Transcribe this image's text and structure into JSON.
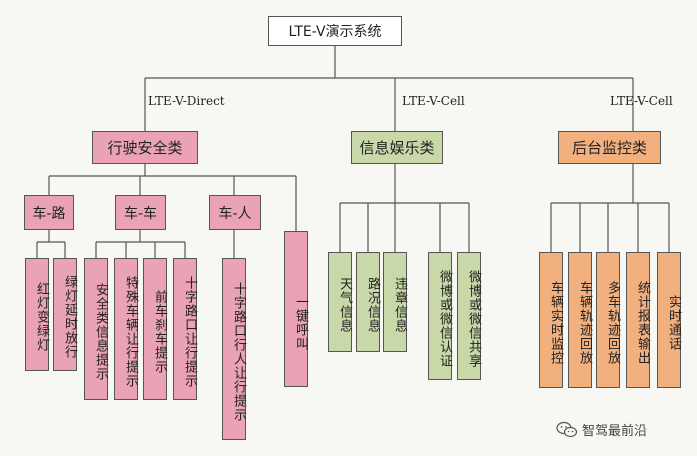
{
  "root": {
    "label": "LTE-V演示系统"
  },
  "branches": [
    {
      "link_label": "LTE-V-Direct",
      "label": "行驶安全类"
    },
    {
      "link_label": "LTE-V-Cell",
      "label": "信息娱乐类"
    },
    {
      "link_label": "LTE-V-Cell",
      "label": "后台监控类"
    }
  ],
  "safety": {
    "groups": [
      "车-路",
      "车-车",
      "车-人"
    ],
    "leaves": [
      "红灯变绿灯",
      "绿灯延时放行",
      "安全类信息提示",
      "特殊车辆让行提示",
      "前车刹车提示",
      "十字路口让行提示",
      "十字路口行人让行提示",
      "一键呼叫"
    ]
  },
  "info": {
    "leaves": [
      "天气信息",
      "路况信息",
      "违章信息",
      "微博或微信认证",
      "微博或微信共享"
    ]
  },
  "monitor": {
    "leaves": [
      "车辆实时监控",
      "车辆轨迹回放",
      "多车轨迹回放",
      "统计报表输出",
      "实时通话"
    ]
  },
  "watermark": {
    "text": "智驾最前沿"
  },
  "colors": {
    "safety_fill": "#e9a3b4",
    "info_fill": "#c8d8a8",
    "monitor_fill": "#f2b07f",
    "line": "#555555"
  }
}
